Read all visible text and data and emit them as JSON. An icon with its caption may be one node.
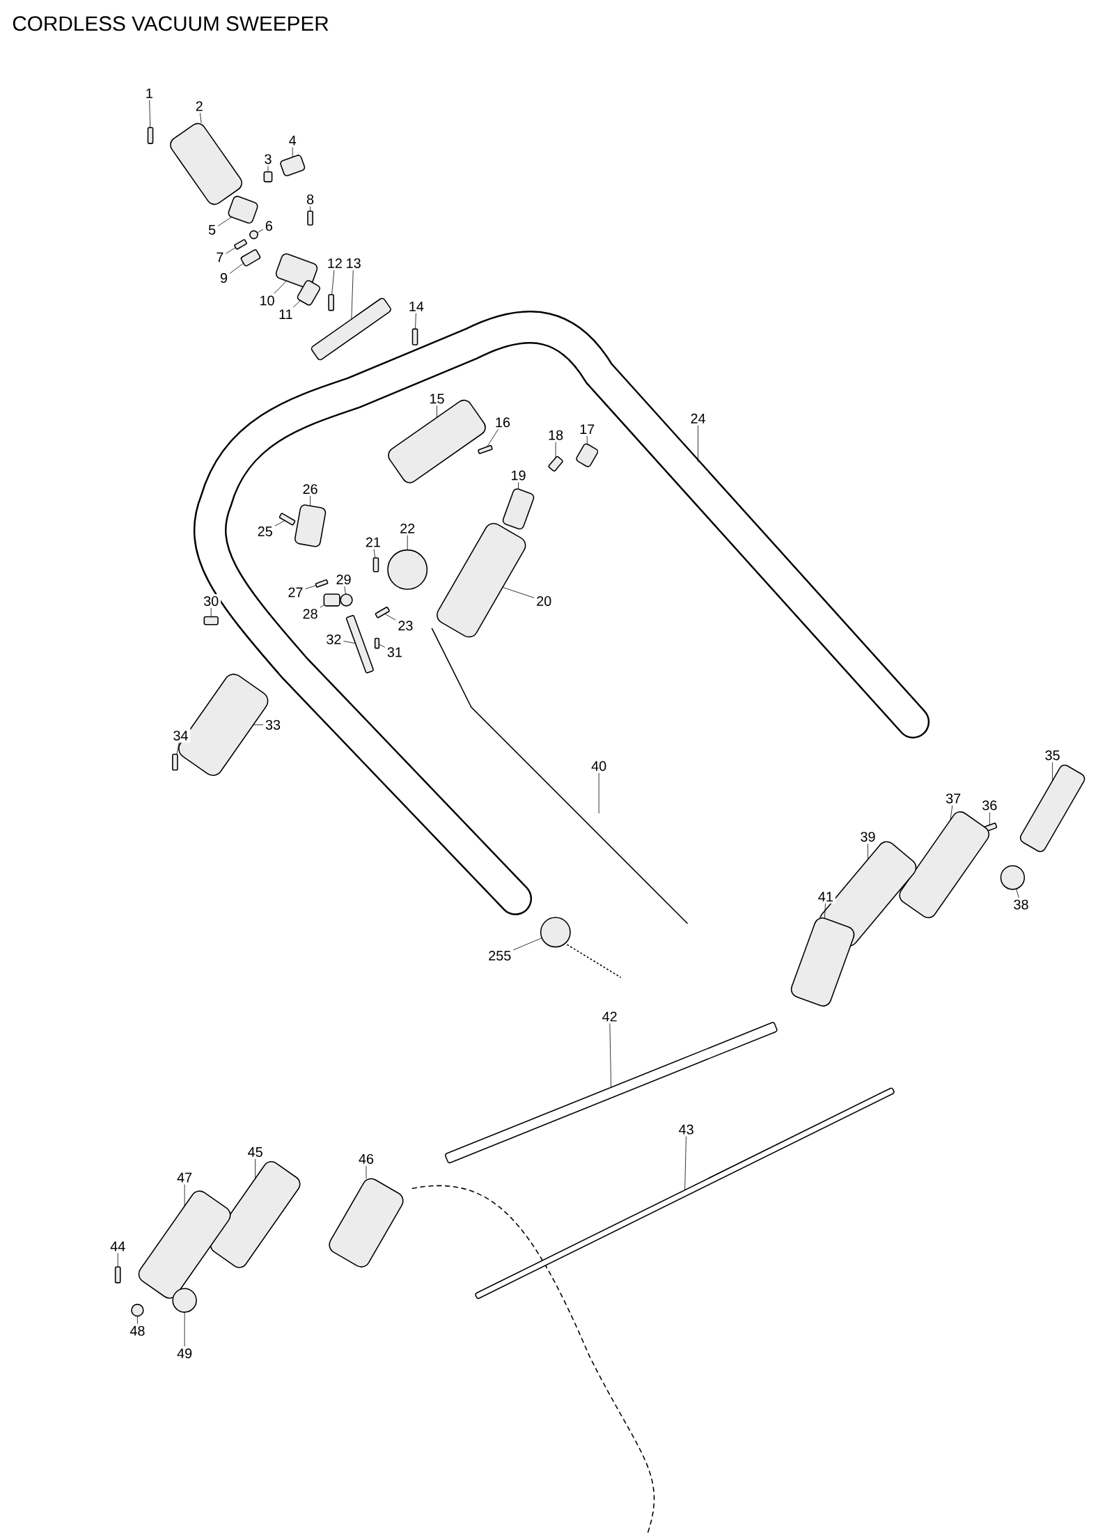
{
  "diagram": {
    "title": "CORDLESS VACUUM SWEEPER",
    "nodes": [
      {
        "text": [
          "1"
        ]
      },
      {
        "text": [
          "2"
        ]
      },
      {
        "text": [
          "3"
        ]
      },
      {
        "text": [
          "4"
        ]
      },
      {
        "text": [
          "5"
        ]
      },
      {
        "text": [
          "6"
        ]
      },
      {
        "text": [
          "7"
        ]
      },
      {
        "text": [
          "8"
        ]
      },
      {
        "text": [
          "9"
        ]
      },
      {
        "text": [
          "10"
        ]
      },
      {
        "text": [
          "11"
        ]
      },
      {
        "text": [
          "12"
        ]
      },
      {
        "text": [
          "13"
        ]
      },
      {
        "text": [
          "14"
        ]
      },
      {
        "text": [
          "15"
        ]
      },
      {
        "text": [
          "16"
        ]
      },
      {
        "text": [
          "17"
        ]
      },
      {
        "text": [
          "18"
        ]
      },
      {
        "text": [
          "19"
        ]
      },
      {
        "text": [
          "20"
        ]
      },
      {
        "text": [
          "21"
        ]
      },
      {
        "text": [
          "22"
        ]
      },
      {
        "text": [
          "23"
        ]
      },
      {
        "text": [
          "24"
        ]
      },
      {
        "text": [
          "25"
        ]
      },
      {
        "text": [
          "26"
        ]
      },
      {
        "text": [
          "27"
        ]
      },
      {
        "text": [
          "28"
        ]
      },
      {
        "text": [
          "29"
        ]
      },
      {
        "text": [
          "30"
        ]
      },
      {
        "text": [
          "31"
        ]
      },
      {
        "text": [
          "32"
        ]
      },
      {
        "text": [
          "33"
        ]
      },
      {
        "text": [
          "34"
        ]
      },
      {
        "text": [
          "35"
        ]
      },
      {
        "text": [
          "36"
        ]
      },
      {
        "text": [
          "37"
        ]
      },
      {
        "text": [
          "38"
        ]
      },
      {
        "text": [
          "39"
        ]
      },
      {
        "text": [
          "40"
        ]
      },
      {
        "text": [
          "41"
        ]
      },
      {
        "text": [
          "42"
        ]
      },
      {
        "text": [
          "43"
        ]
      },
      {
        "text": [
          "44"
        ]
      },
      {
        "text": [
          "45"
        ]
      },
      {
        "text": [
          "46"
        ]
      },
      {
        "text": [
          "47"
        ]
      },
      {
        "text": [
          "48"
        ]
      },
      {
        "text": [
          "49"
        ]
      },
      {
        "text": [
          "255"
        ]
      },
      {
        "text": [],
        "shape": "box"
      },
      {
        "text": [],
        "shape": "box"
      },
      {
        "text": [],
        "shape": "box"
      },
      {
        "text": [],
        "shape": "box"
      },
      {
        "text": [],
        "shape": "box"
      },
      {
        "text": [],
        "shape": "circle"
      },
      {
        "text": [],
        "shape": "box"
      },
      {
        "text": [],
        "shape": "box"
      },
      {
        "text": [],
        "shape": "box"
      },
      {
        "text": [],
        "shape": "box"
      },
      {
        "text": [],
        "shape": "box"
      },
      {
        "text": [],
        "shape": "box"
      },
      {
        "text": [],
        "shape": "box"
      },
      {
        "text": [],
        "shape": "box"
      },
      {
        "text": [],
        "shape": "box"
      },
      {
        "text": [],
        "shape": "box"
      },
      {
        "text": [],
        "shape": "box"
      },
      {
        "text": [],
        "shape": "box"
      },
      {
        "text": [],
        "shape": "box"
      },
      {
        "text": [],
        "shape": "box"
      },
      {
        "text": [],
        "shape": "box"
      },
      {
        "text": [],
        "shape": "circle"
      },
      {
        "text": [],
        "shape": "box"
      },
      {
        "text": [],
        "shape": "box"
      },
      {
        "text": [],
        "shape": "box"
      },
      {
        "text": [],
        "shape": "box"
      },
      {
        "text": [],
        "shape": "box"
      },
      {
        "text": [],
        "shape": "circle"
      },
      {
        "text": [],
        "shape": "box"
      },
      {
        "text": [],
        "shape": "box"
      },
      {
        "text": [],
        "shape": "box"
      },
      {
        "text": [],
        "shape": "box"
      },
      {
        "text": [],
        "shape": "box"
      },
      {
        "text": [],
        "shape": "box"
      },
      {
        "text": [],
        "shape": "box"
      },
      {
        "text": [],
        "shape": "box"
      },
      {
        "text": [],
        "shape": "circle"
      },
      {
        "text": [],
        "shape": "box"
      },
      {
        "text": [],
        "shape": "box"
      },
      {
        "text": [],
        "shape": "bar"
      },
      {
        "text": [],
        "shape": "bar"
      },
      {
        "text": [],
        "shape": "box"
      },
      {
        "text": [],
        "shape": "box"
      },
      {
        "text": [],
        "shape": "box"
      },
      {
        "text": [],
        "shape": "box"
      },
      {
        "text": [],
        "shape": "circle"
      },
      {
        "text": [],
        "shape": "circle"
      },
      {
        "text": [],
        "shape": "circle"
      }
    ],
    "edges": [
      {
        "from": 0,
        "to": 50,
        "arrow": "none"
      },
      {
        "from": 1,
        "to": 51,
        "arrow": "none"
      },
      {
        "from": 2,
        "to": 52,
        "arrow": "none"
      },
      {
        "from": 3,
        "to": 53,
        "arrow": "none"
      },
      {
        "from": 4,
        "to": 54,
        "arrow": "none"
      },
      {
        "from": 5,
        "to": 55,
        "arrow": "none"
      },
      {
        "from": 6,
        "to": 56,
        "arrow": "none"
      },
      {
        "from": 7,
        "to": 57,
        "arrow": "none"
      },
      {
        "from": 8,
        "to": 58,
        "arrow": "none"
      },
      {
        "from": 9,
        "to": 59,
        "arrow": "none"
      },
      {
        "from": 10,
        "to": 60,
        "arrow": "none"
      },
      {
        "from": 11,
        "to": 61,
        "arrow": "none"
      },
      {
        "from": 12,
        "to": 62,
        "arrow": "none"
      },
      {
        "from": 13,
        "to": 63,
        "arrow": "none"
      },
      {
        "from": 14,
        "to": 64,
        "arrow": "none"
      },
      {
        "from": 15,
        "to": 65,
        "arrow": "none"
      },
      {
        "from": 16,
        "to": 66,
        "arrow": "none"
      },
      {
        "from": 17,
        "to": 67,
        "arrow": "none"
      },
      {
        "from": 18,
        "to": 68,
        "arrow": "none"
      },
      {
        "from": 19,
        "to": 69,
        "arrow": "none"
      },
      {
        "from": 20,
        "to": 70,
        "arrow": "none"
      },
      {
        "from": 21,
        "to": 71,
        "arrow": "none"
      },
      {
        "from": 22,
        "to": 72,
        "arrow": "none"
      },
      {
        "from": 23,
        "to": null,
        "arrow": "none"
      },
      {
        "from": 24,
        "to": 73,
        "arrow": "none"
      },
      {
        "from": 25,
        "to": 74,
        "arrow": "none"
      },
      {
        "from": 26,
        "to": 75,
        "arrow": "none"
      },
      {
        "from": 27,
        "to": 76,
        "arrow": "none"
      },
      {
        "from": 28,
        "to": 77,
        "arrow": "none"
      },
      {
        "from": 29,
        "to": 78,
        "arrow": "none"
      },
      {
        "from": 30,
        "to": 79,
        "arrow": "none"
      },
      {
        "from": 31,
        "to": 80,
        "arrow": "none"
      },
      {
        "from": 32,
        "to": 81,
        "arrow": "none"
      },
      {
        "from": 33,
        "to": 82,
        "arrow": "none"
      },
      {
        "from": 34,
        "to": 83,
        "arrow": "none"
      },
      {
        "from": 35,
        "to": 84,
        "arrow": "none"
      },
      {
        "from": 36,
        "to": 85,
        "arrow": "none"
      },
      {
        "from": 37,
        "to": 86,
        "arrow": "none"
      },
      {
        "from": 38,
        "to": 87,
        "arrow": "none"
      },
      {
        "from": 39,
        "to": null,
        "arrow": "none"
      },
      {
        "from": 40,
        "to": 88,
        "arrow": "none"
      },
      {
        "from": 41,
        "to": 89,
        "arrow": "none"
      },
      {
        "from": 42,
        "to": 90,
        "arrow": "none"
      },
      {
        "from": 43,
        "to": 91,
        "arrow": "none"
      },
      {
        "from": 44,
        "to": 92,
        "arrow": "none"
      },
      {
        "from": 45,
        "to": 93,
        "arrow": "none"
      },
      {
        "from": 46,
        "to": 94,
        "arrow": "none"
      },
      {
        "from": 47,
        "to": 95,
        "arrow": "none"
      },
      {
        "from": 48,
        "to": 96,
        "arrow": "none"
      },
      {
        "from": 49,
        "to": 97,
        "arrow": "none"
      }
    ]
  }
}
